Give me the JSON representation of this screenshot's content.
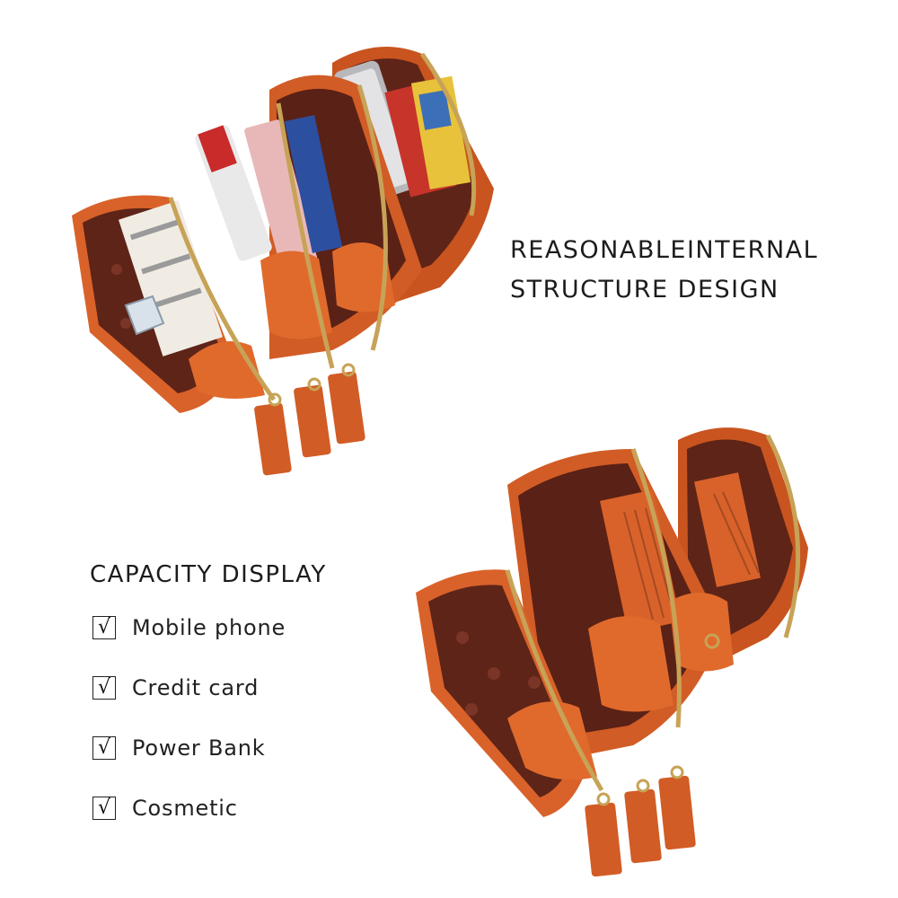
{
  "image": {
    "subject": "orange triple-zipper crossbody wallet bag, two product photos",
    "colors": {
      "leather": "#d9622a",
      "leather_dark": "#b6471b",
      "lining": "#5e2418",
      "lining_spots": "#7a3526",
      "zipper": "#c7a357",
      "background": "#ffffff"
    }
  },
  "structure": {
    "line1": "REASONABLEINTERNAL",
    "line2": "STRUCTURE DESIGN"
  },
  "capacity": {
    "title": "CAPACITY DISPLAY",
    "check_glyph": "√",
    "items": [
      {
        "label": "Mobile phone"
      },
      {
        "label": "Credit card"
      },
      {
        "label": "Power Bank"
      },
      {
        "label": "Cosmetic"
      }
    ]
  }
}
